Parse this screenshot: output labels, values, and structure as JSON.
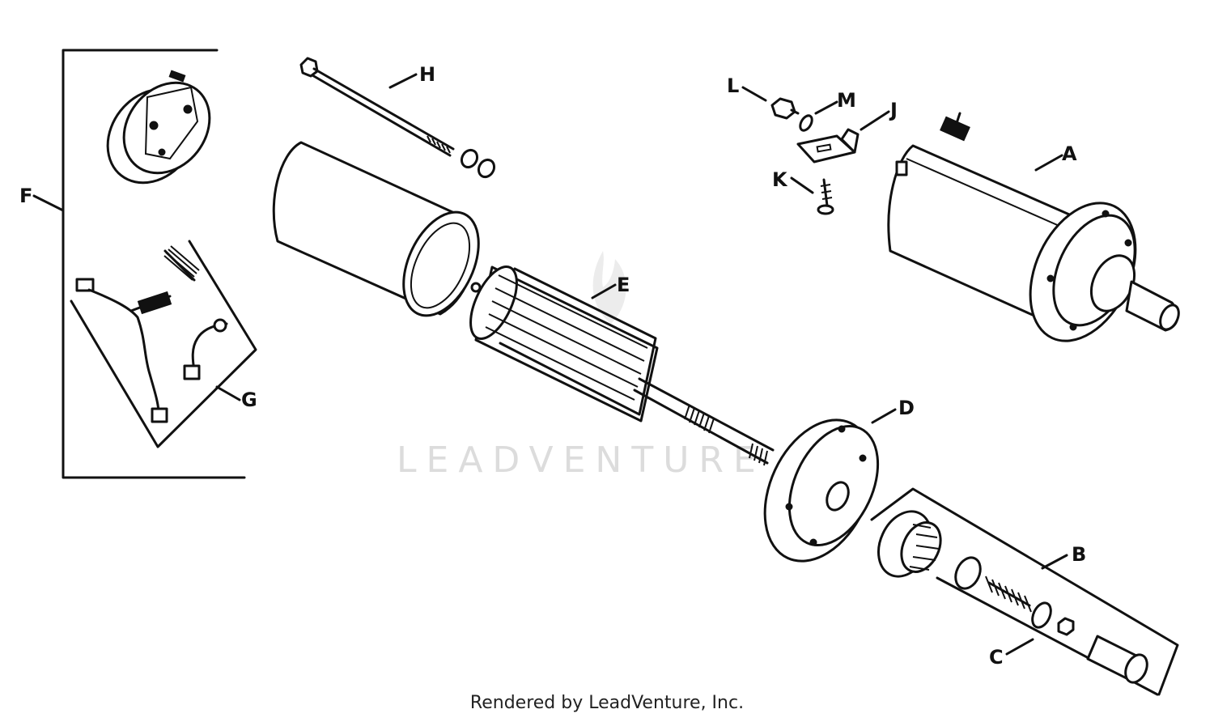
{
  "diagram": {
    "callouts": [
      {
        "id": "A",
        "text": "A"
      },
      {
        "id": "B",
        "text": "B"
      },
      {
        "id": "C",
        "text": "C"
      },
      {
        "id": "D",
        "text": "D"
      },
      {
        "id": "E",
        "text": "E"
      },
      {
        "id": "F",
        "text": "F"
      },
      {
        "id": "G",
        "text": "G"
      },
      {
        "id": "H",
        "text": "H"
      },
      {
        "id": "J",
        "text": "J"
      },
      {
        "id": "K",
        "text": "K"
      },
      {
        "id": "L",
        "text": "L"
      },
      {
        "id": "M",
        "text": "M"
      }
    ],
    "watermark": "LEADVENTURE"
  },
  "footer": {
    "credit": "Rendered by LeadVenture, Inc."
  }
}
